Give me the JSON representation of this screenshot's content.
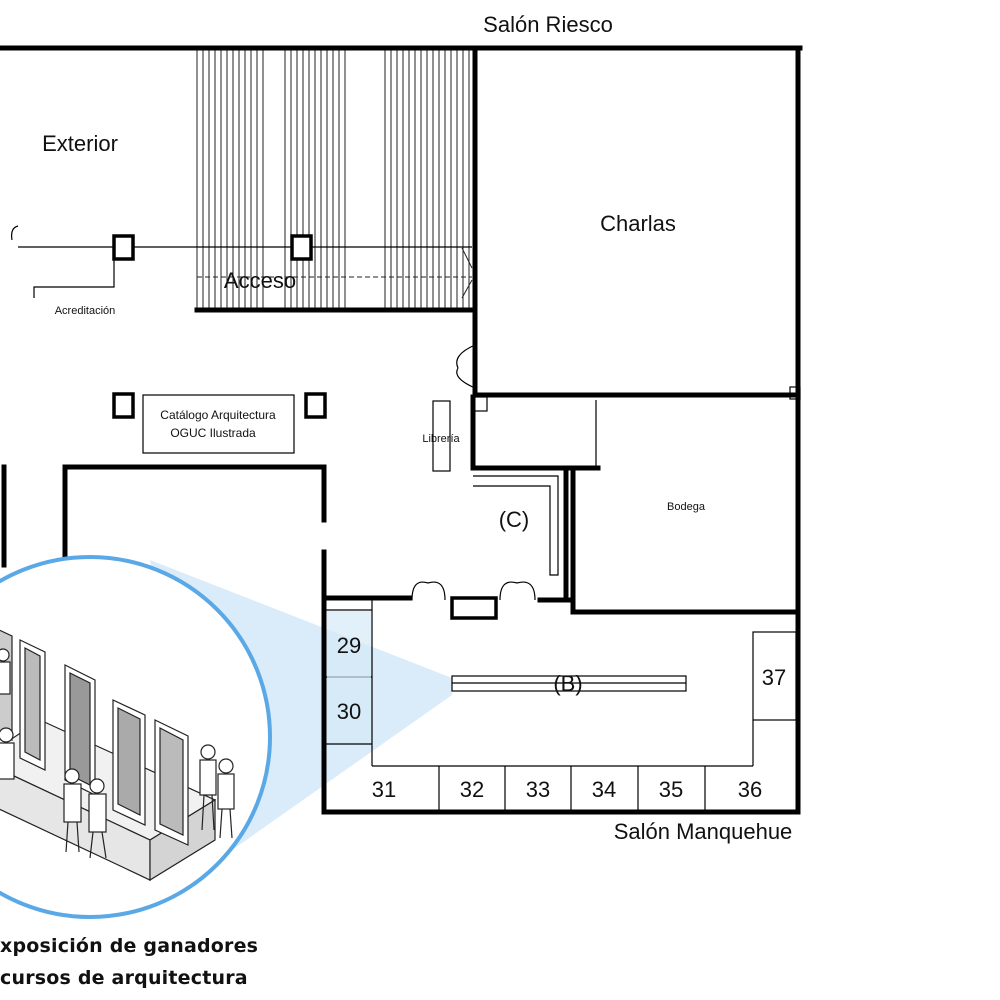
{
  "plan": {
    "room_labels": {
      "salon_riesco": "Salón Riesco",
      "salon_manquehue": "Salón Manquehue",
      "exterior": "Exterior",
      "charlas": "Charlas",
      "acceso": "Acceso",
      "acreditacion": "Acreditación",
      "catalogo_line1": "Catálogo Arquitectura",
      "catalogo_line2": "OGUC Ilustrada",
      "libreria": "Librería",
      "bodega": "Bodega",
      "zone_c": "(C)",
      "zone_b": "(B)"
    },
    "stands": {
      "s29": "29",
      "s30": "30",
      "s31": "31",
      "s32": "32",
      "s33": "33",
      "s34": "34",
      "s35": "35",
      "s36": "36",
      "s37": "37"
    }
  },
  "caption": {
    "line1": "xposición de ganadores",
    "line2": "cursos de arquitectura"
  },
  "colors": {
    "wall": "#000000",
    "zoom_circle": "#5aa9e6",
    "zoom_cone": "#d6e9f8"
  }
}
